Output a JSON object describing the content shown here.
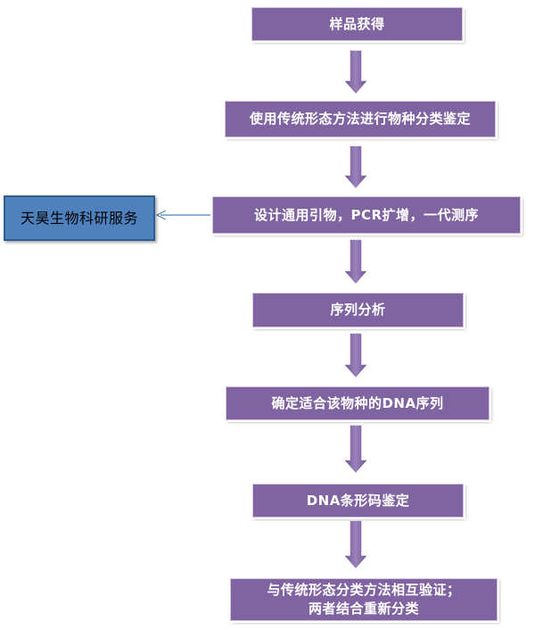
{
  "steps": [
    {
      "label": "样品获得"
    },
    {
      "label": "使用传统形态方法进行物种分类鉴定"
    },
    {
      "label": "设计通用引物，PCR扩增，一代测序"
    },
    {
      "label": "序列分析"
    },
    {
      "label": "确定适合该物种的DNA序列"
    },
    {
      "label": "DNA条形码鉴定"
    },
    {
      "label_line1": "与传统形态分类方法相互验证；",
      "label_line2": "两者结合重新分类"
    }
  ],
  "service": {
    "label": "天昊生物科研服务"
  },
  "colors": {
    "step_fill": "#8064a2",
    "service_fill": "#4f81bd",
    "arrow_fill": "#8064a2",
    "connector": "#4f81bd"
  }
}
